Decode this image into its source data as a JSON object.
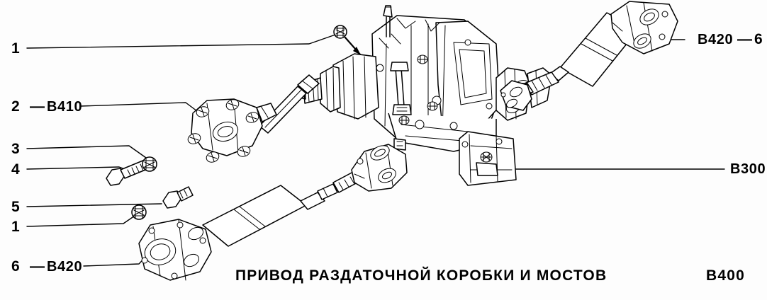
{
  "diagram": {
    "title_text": "ПРИВОД   РАЗДАТОЧНОЙ   КОРОБКИ   И   МОСТОВ",
    "title_code": "B400",
    "dash": "—",
    "ink_color": "#000000",
    "background_color": "#fdfdfd"
  },
  "callouts": {
    "left": [
      {
        "number": "1",
        "code": ""
      },
      {
        "number": "2",
        "code": "B410"
      },
      {
        "number": "3",
        "code": ""
      },
      {
        "number": "4",
        "code": ""
      },
      {
        "number": "5",
        "code": ""
      },
      {
        "number": "1",
        "code": ""
      },
      {
        "number": "6",
        "code": "B420"
      }
    ],
    "right": [
      {
        "code": "B420",
        "number": "6"
      },
      {
        "code": "B300",
        "number": ""
      }
    ]
  },
  "parts": {
    "transfer_case": "transfer-case-housing",
    "front_propshaft": "front-propeller-shaft",
    "rear_propshaft": "rear-propeller-shaft",
    "flex_coupling": "elastic-coupling",
    "bolt": "bolt",
    "nut": "nut",
    "mount_bracket": "mount-bracket"
  }
}
